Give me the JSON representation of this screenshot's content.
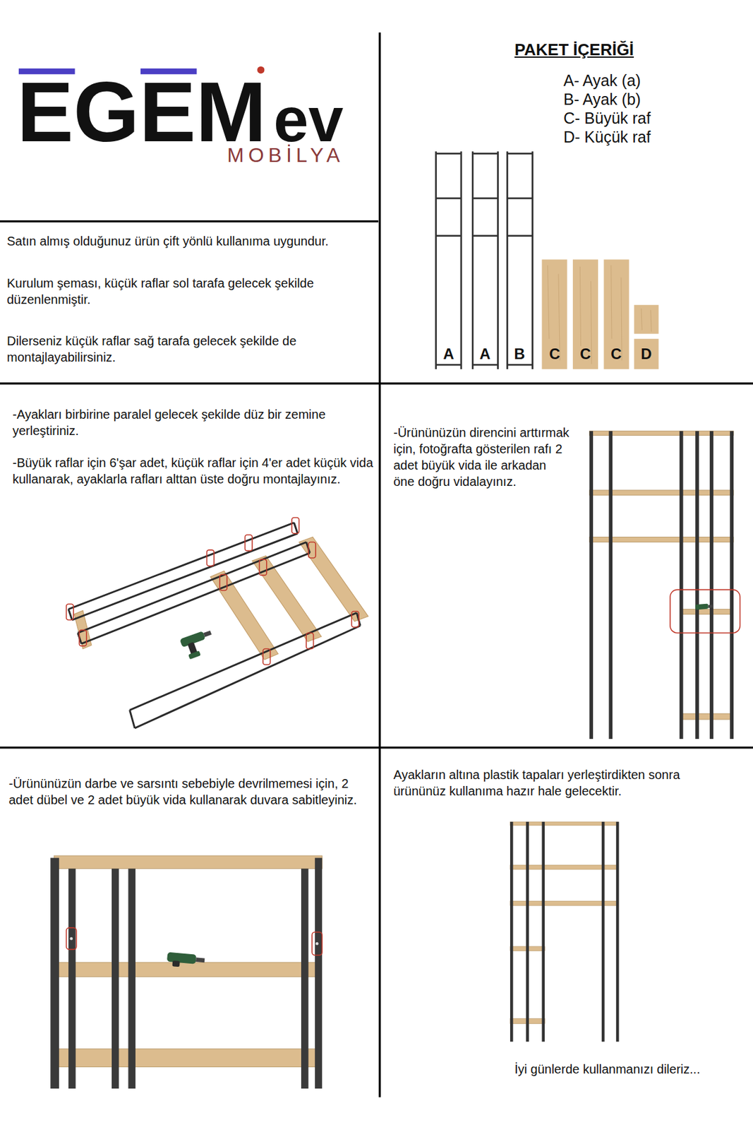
{
  "diagram": {
    "labels": [
      "EGEM",
      "ev",
      "MOBİLYA",
      "PAKET İÇERİĞİ",
      "A- Ayak (a)",
      "B- Ayak (b)",
      "C- Büyük raf",
      "D- Küçük raf",
      "A",
      "A",
      "B",
      "C",
      "C",
      "C",
      "D",
      "Satın almış olduğunuz ürün çift yönlü kullanıma uygundur.",
      "Kurulum şeması, küçük raflar sol tarafa gelecek şekilde düzenlenmiştir.",
      "Dilerseniz küçük raflar sağ tarafa gelecek şekilde de montajlayabilirsiniz.",
      "-Ayakları birbirine paralel gelecek şekilde düz bir zemine yerleştiriniz.",
      "-Büyük raflar için 6'şar adet, küçük raflar için 4'er adet küçük vida kullanarak, ayaklarla rafları alttan üste doğru montajlayınız.",
      "-Ürününüzün direncini arttırmak için, fotoğrafta gösterilen rafı 2 adet büyük vida ile arkadan öne doğru vidalayınız.",
      "-Ürününüzün darbe ve sarsıntı sebebiyle devrilmemesi için, 2 adet dübel ve 2 adet büyük vida kullanarak duvara sabitleyiniz.",
      "Ayakların altına plastik tapaları yerleştirdikten sonra ürününüz kullanıma hazır hale gelecektir.",
      "İyi günlerde kullanmanızı dileriz..."
    ]
  }
}
